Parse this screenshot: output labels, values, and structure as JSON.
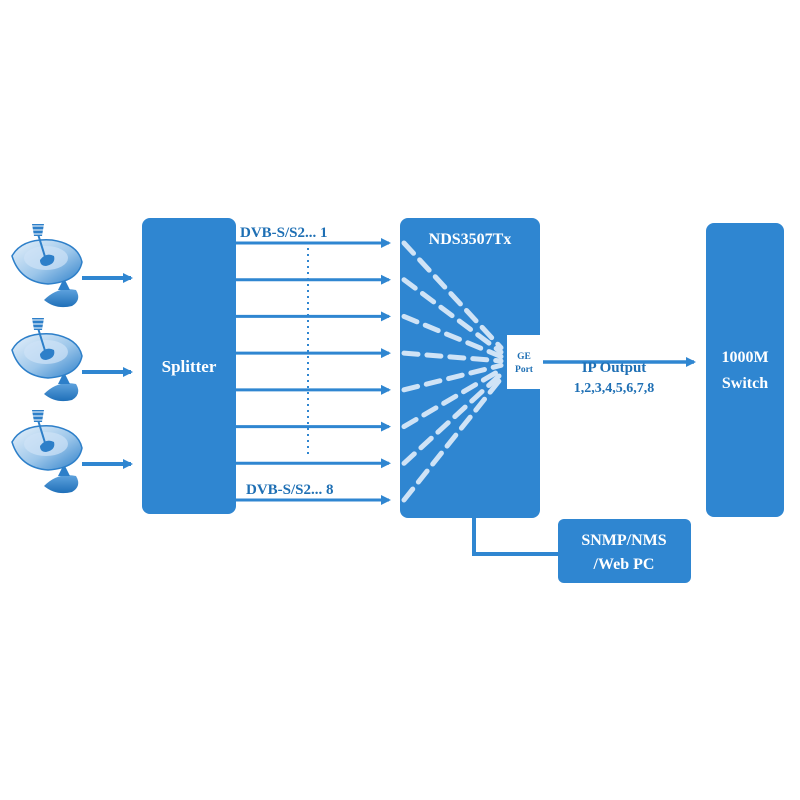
{
  "colors": {
    "box": "#2f86d1",
    "box_dark": "#1f6fb8",
    "arrow": "#2f86d1",
    "text_blue": "#1e6fb4",
    "dish_light": "#cfe3f6",
    "dish_dark": "#2d7fc9",
    "white": "#ffffff"
  },
  "inputs": {
    "dish_count": 3,
    "icon": "satellite-dish-icon"
  },
  "splitter": {
    "label": "Splitter"
  },
  "channels": {
    "first_label": "DVB-S/S2... 1",
    "last_label": "DVB-S/S2... 8",
    "count": 8
  },
  "device": {
    "label": "NDS3507Tx",
    "port_line1": "GE",
    "port_line2": "Port"
  },
  "output": {
    "line1": "IP Output",
    "line2": "1,2,3,4,5,6,7,8"
  },
  "switch": {
    "line1": "1000M",
    "line2": "Switch"
  },
  "management": {
    "line1": "SNMP/NMS",
    "line2": "/Web PC"
  }
}
